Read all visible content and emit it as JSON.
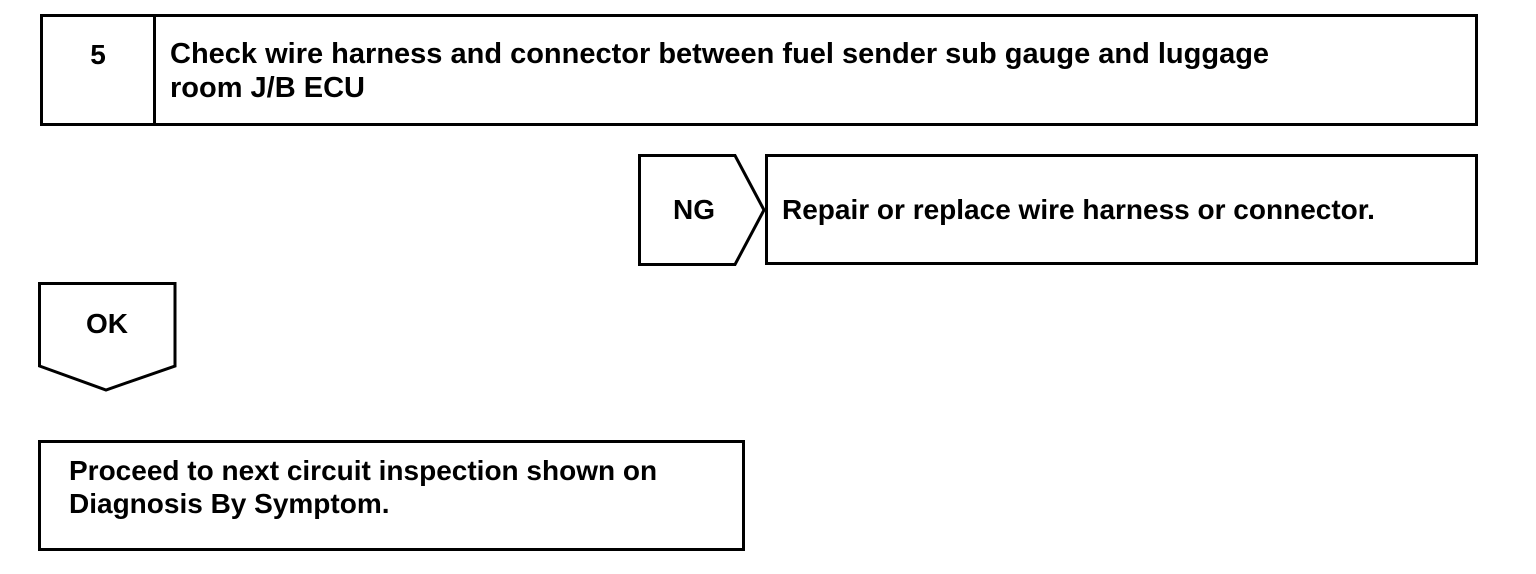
{
  "step": {
    "number": "5",
    "title_line1": "Check wire harness and connector between fuel sender sub gauge and luggage",
    "title_line2": "room J/B ECU"
  },
  "ng_branch": {
    "label": "NG",
    "action": "Repair or replace wire harness or connector."
  },
  "ok_branch": {
    "label": "OK",
    "next_line1": "Proceed to next circuit inspection shown on",
    "next_line2": "Diagnosis By Symptom."
  }
}
